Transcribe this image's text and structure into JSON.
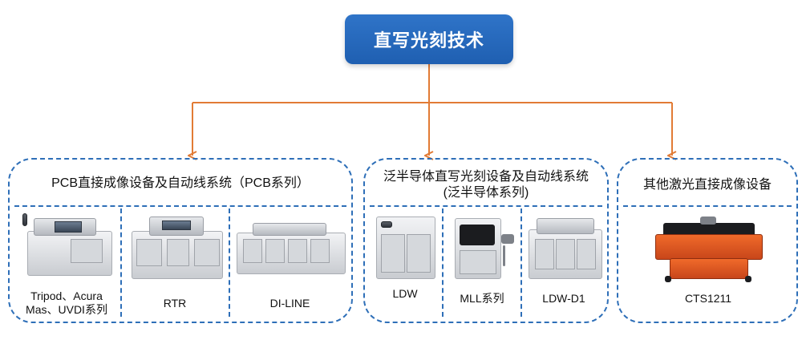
{
  "root": {
    "title": "直写光刻技术"
  },
  "groups": [
    {
      "title_lines": [
        "PCB直接成像设备及自动线系统（PCB系列）"
      ],
      "items": [
        {
          "label_lines": [
            "Tripod、Acura",
            "Mas、UVDI系列"
          ]
        },
        {
          "label_lines": [
            "RTR"
          ]
        },
        {
          "label_lines": [
            "DI-LINE"
          ]
        }
      ]
    },
    {
      "title_lines": [
        "泛半导体直写光刻设备及自动线系统",
        "(泛半导体系列)"
      ],
      "items": [
        {
          "label_lines": [
            "LDW"
          ]
        },
        {
          "label_lines": [
            "MLL系列"
          ]
        },
        {
          "label_lines": [
            "LDW-D1"
          ]
        }
      ]
    },
    {
      "title_lines": [
        "其他激光直接成像设备"
      ],
      "items": [
        {
          "label_lines": [
            "CTS1211"
          ]
        }
      ]
    }
  ],
  "colors": {
    "root_fill": "#2a6cc0",
    "connector": "#e27b35",
    "group_border": "#2e6fb8"
  }
}
